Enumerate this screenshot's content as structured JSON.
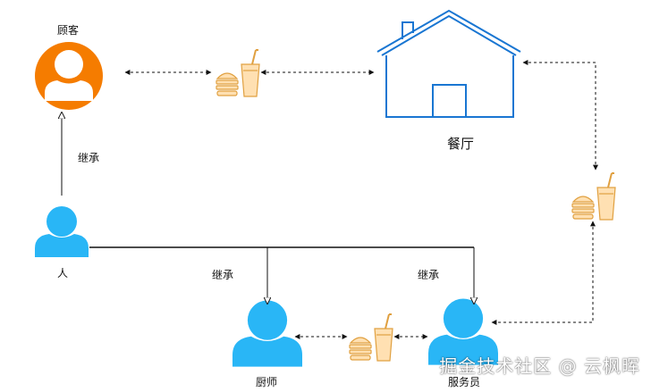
{
  "labels": {
    "customer": "顾客",
    "restaurant": "餐厅",
    "person": "人",
    "inherit": "继承",
    "chef": "厨师",
    "waiter": "服务员"
  },
  "watermark": "掘金技术社区 @ 云枫晖",
  "colors": {
    "customer": "#F57C00",
    "person": "#29B6F6",
    "house": "#1976D2",
    "food_fill": "#FFE0B2",
    "food_stroke": "#E0A040",
    "line": "#111111"
  }
}
